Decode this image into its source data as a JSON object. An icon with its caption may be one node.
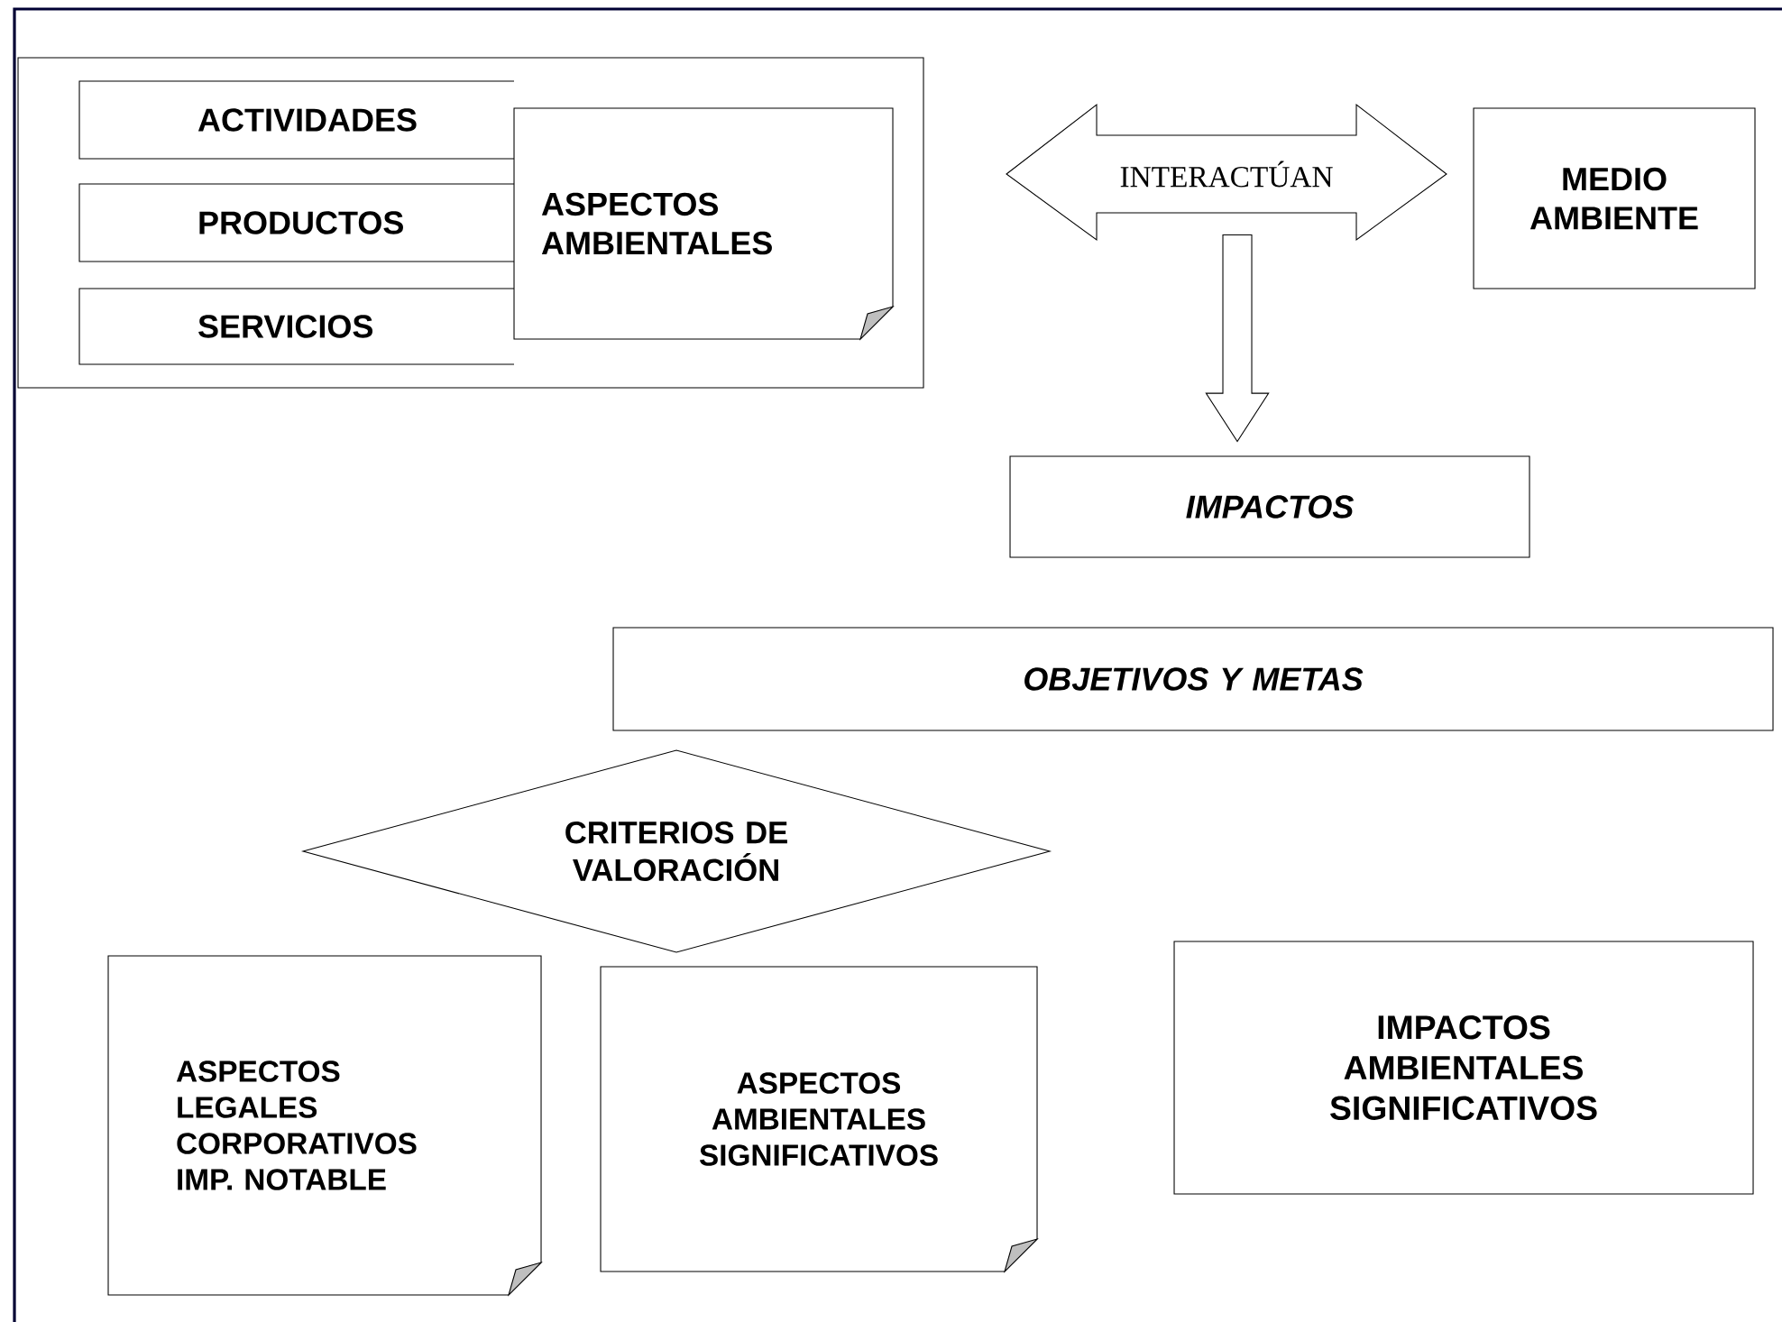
{
  "diagram": {
    "nodes": [
      {
        "text": [],
        "shape": "box"
      },
      {
        "text": [
          "ACTIVIDADES"
        ],
        "in": 0
      },
      {
        "text": [
          "PRODUCTOS"
        ],
        "in": 0
      },
      {
        "text": [
          "SERVICIOS"
        ],
        "in": 0
      },
      {
        "text": [
          "ASPECTOS AMBIENTALES"
        ],
        "in": 0
      },
      {
        "text": [
          "INTERACTÚAN"
        ]
      },
      {
        "text": [
          "MEDIO AMBIENTE"
        ]
      },
      {
        "text": [
          "IMPACTOS"
        ]
      },
      {
        "text": [
          "OBJETIVOS Y METAS"
        ]
      },
      {
        "text": [
          "CRITERIOS DE VALORACIÓN"
        ]
      },
      {
        "text": [
          "ASPECTOS LEGALES CORPORATIVOS IMP. NOTABLE"
        ]
      },
      {
        "text": [
          "ASPECTOS AMBIENTALES SIGNIFICATIVOS"
        ]
      },
      {
        "text": [
          "IMPACTOS AMBIENTALES SIGNIFICATIVOS"
        ]
      }
    ],
    "edges": [
      {
        "from": 5,
        "to": 7,
        "arrow": "to"
      }
    ]
  }
}
